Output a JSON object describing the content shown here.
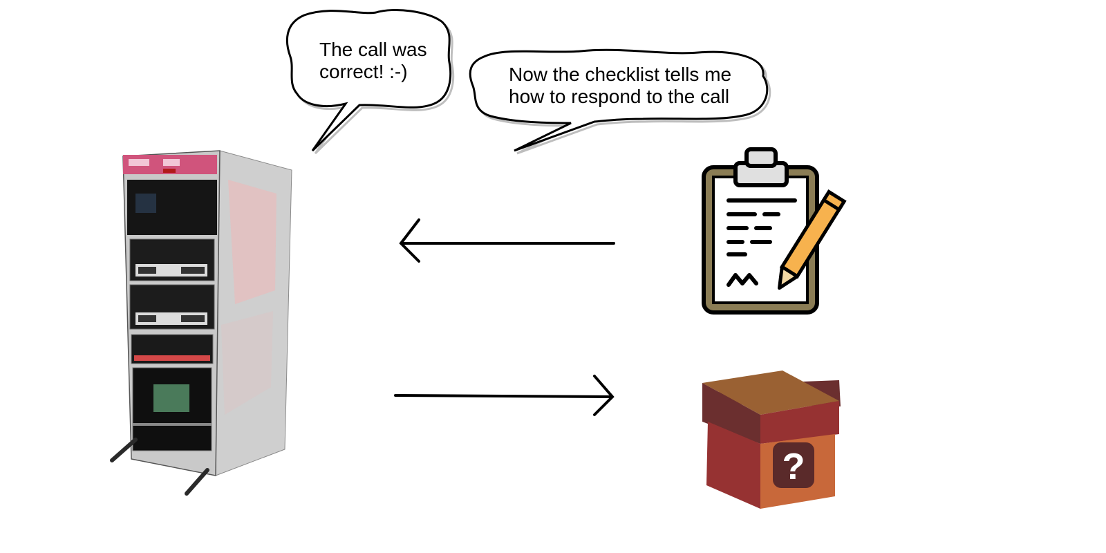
{
  "bubbles": [
    {
      "text": "The call was\ncorrect! :-)"
    },
    {
      "text": "Now the checklist tells me\nhow to respond to the call"
    }
  ],
  "icons": {
    "computer": "mainframe-cabinet-icon",
    "checklist": "clipboard-checklist-with-pencil-icon",
    "box": "mystery-box-question-icon"
  },
  "arrows": [
    {
      "direction": "left",
      "from": "checklist",
      "to": "computer"
    },
    {
      "direction": "right",
      "from": "computer",
      "to": "box"
    }
  ],
  "colors": {
    "box_top": "#9a6133",
    "box_side_dark": "#6b2f2f",
    "box_front": "#963232",
    "box_bottom": "#c8683a",
    "pencil": "#f7b24e",
    "clipboard_frame": "#8b7d55"
  }
}
